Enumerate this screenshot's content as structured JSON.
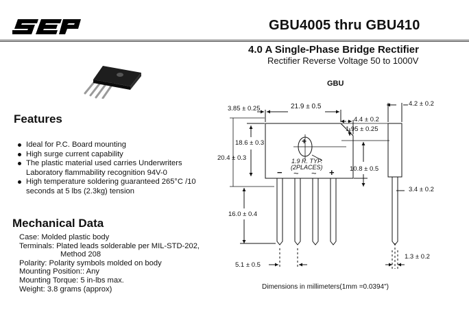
{
  "header": {
    "logo_text": "SEP",
    "title": "GBU4005 thru GBU410",
    "subtitle": "4.0 A Single-Phase Bridge Rectifier",
    "subtitle2": "Rectifier Reverse Voltage 50 to 1000V"
  },
  "package_label": "GBU",
  "features": {
    "heading": "Features",
    "items": [
      {
        "lines": [
          "Ideal for P.C. Board mounting"
        ]
      },
      {
        "lines": [
          "High surge current capability"
        ]
      },
      {
        "lines": [
          "The plastic material used carries Underwriters",
          "Laboratory flammability recognition 94V-0"
        ]
      },
      {
        "lines": [
          "High temperature soldering guaranteed 265°C /10",
          "seconds at 5 lbs (2.3kg) tension"
        ]
      }
    ]
  },
  "mechanical": {
    "heading": "Mechanical Data",
    "lines": [
      "Case: Molded plastic body",
      "Terminals: Plated leads solderable per MIL-STD-202,",
      "Method 208",
      "Polarity: Polarity symbols molded on body",
      "Mounting Position:: Any",
      "Mounting Torque: 5 in-lbs max.",
      "Weight: 3.8 grams (approx)"
    ]
  },
  "dimensions": {
    "d_3_85": "3.85 ± 0.25",
    "d_21_9": "21.9 ± 0.5",
    "d_4_4": "4.4 ± 0.2",
    "d_1_95": "1.95 ± 0.25",
    "d_4_2": "4.2 ± 0.2",
    "d_18_6": "18.6 ± 0.3",
    "d_20_4": "20.4 ± 0.3",
    "d_1_9": "1.9 R. TYP.",
    "d_2places": "(2PLACES)",
    "d_10_8": "10.8 ± 0.5",
    "d_3_4": "3.4 ± 0.2",
    "d_16_0": "16.0 ± 0.4",
    "d_5_1": "5.1 ± 0.5",
    "d_1_3": "1.3 ± 0.2",
    "pin_labels": [
      "−",
      "~",
      "~",
      "+"
    ]
  },
  "footer_note": "Dimensions in millimeters(1mm =0.0394\")"
}
